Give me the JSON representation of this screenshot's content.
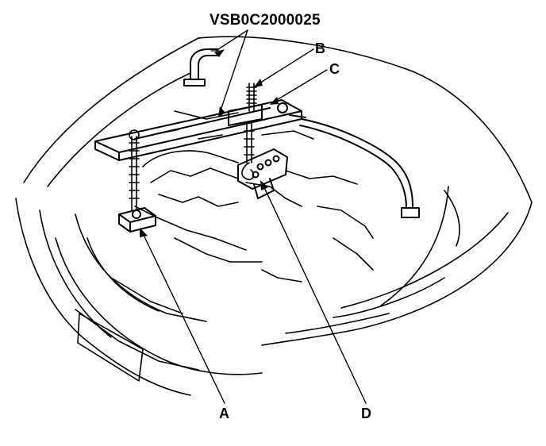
{
  "diagram": {
    "code": "VSB0C2000025",
    "labels": {
      "a": "A",
      "b": "B",
      "c": "C",
      "d": "D"
    }
  }
}
